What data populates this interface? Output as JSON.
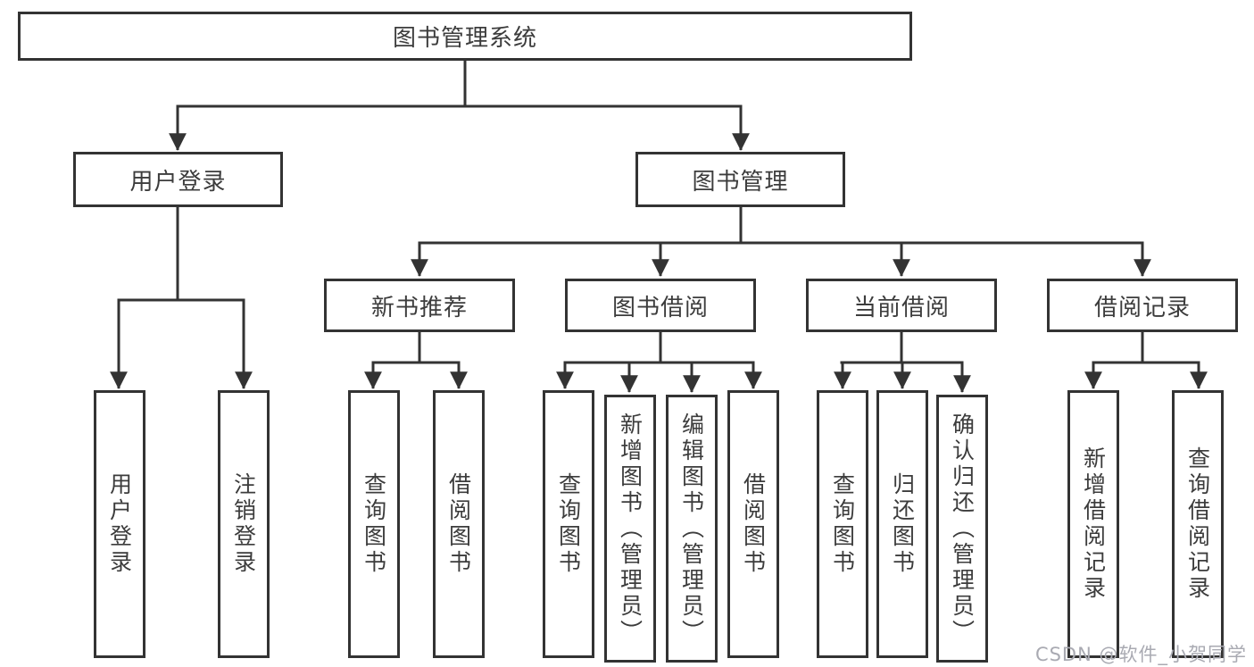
{
  "tree": {
    "root": {
      "label": "图书管理系统"
    },
    "children": [
      {
        "label": "用户登录",
        "children": [
          {
            "label": "用户登录"
          },
          {
            "label": "注销登录"
          }
        ]
      },
      {
        "label": "图书管理",
        "children": [
          {
            "label": "新书推荐",
            "children": [
              {
                "label": "查询图书"
              },
              {
                "label": "借阅图书"
              }
            ]
          },
          {
            "label": "图书借阅",
            "children": [
              {
                "label": "查询图书"
              },
              {
                "label": "新增图书（管理员）"
              },
              {
                "label": "编辑图书（管理员）"
              },
              {
                "label": "借阅图书"
              }
            ]
          },
          {
            "label": "当前借阅",
            "children": [
              {
                "label": "查询图书"
              },
              {
                "label": "归还图书"
              },
              {
                "label": "确认归还（管理员）"
              }
            ]
          },
          {
            "label": "借阅记录",
            "children": [
              {
                "label": "新增借阅记录"
              },
              {
                "label": "查询借阅记录"
              }
            ]
          }
        ]
      }
    ]
  },
  "watermark": {
    "text": "CSDN @软件_小贺同学"
  },
  "colors": {
    "line": "#333333",
    "text": "#3c3c3c",
    "watermark": "#a9aab2",
    "background": "#ffffff"
  }
}
